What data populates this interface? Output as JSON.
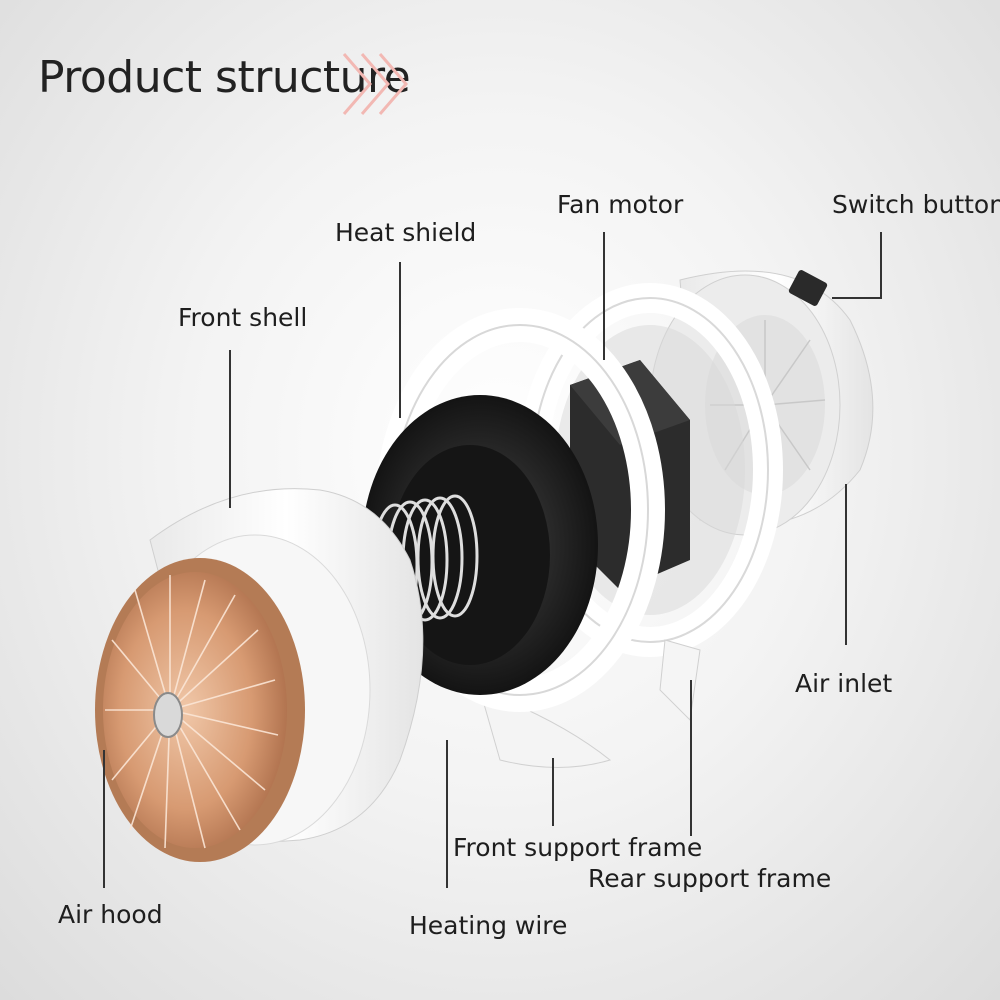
{
  "title": "Product structure",
  "colors": {
    "chevron": "#f2b8b3",
    "copper": "#c98a62",
    "shell": "#ffffff",
    "interior": "#1c1c1c",
    "leader": "#333333"
  },
  "labels": {
    "fan_motor": "Fan motor",
    "switch_button": "Switch button",
    "heat_shield": "Heat shield",
    "front_shell": "Front shell",
    "air_inlet": "Air inlet",
    "front_support_frame": "Front support frame",
    "rear_support_frame": "Rear support frame",
    "air_hood": "Air hood",
    "heating_wire": "Heating wire"
  }
}
